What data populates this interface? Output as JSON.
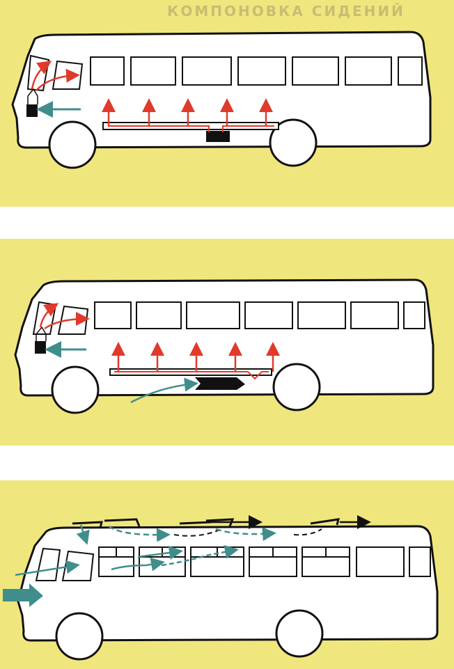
{
  "header": {
    "text": "КОМПОНОВКА СИДЕНИЙ"
  },
  "colors": {
    "background_band": "#f0e67e",
    "separator": "#ffffff",
    "bus_body": "#ffffff",
    "outline": "#111111",
    "warm_air": "#e03a2b",
    "fresh_air": "#3f8e8c",
    "heater": "#111111"
  },
  "panels": [
    {
      "id": "heating-interior",
      "flows": [
        "warm-air",
        "fresh-air"
      ]
    },
    {
      "id": "heating-under-floor",
      "flows": [
        "warm-air",
        "fresh-air"
      ]
    },
    {
      "id": "roof-ventilation",
      "flows": [
        "fresh-air",
        "exhaust"
      ]
    }
  ]
}
